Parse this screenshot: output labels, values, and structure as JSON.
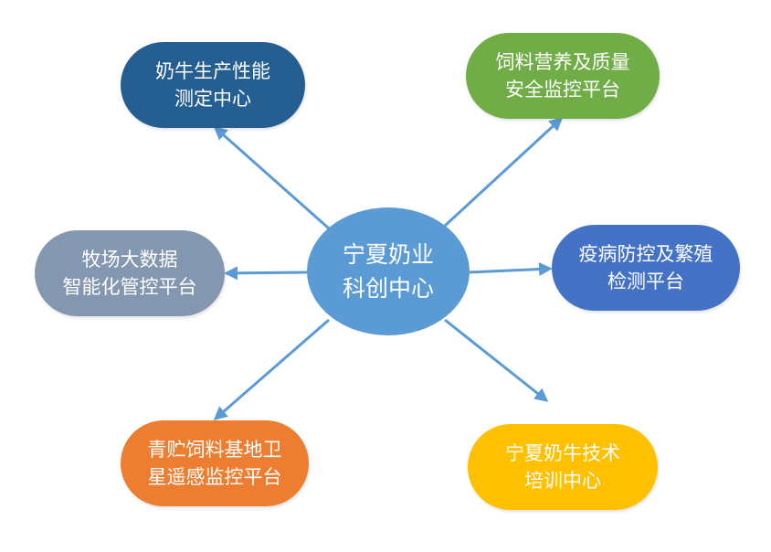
{
  "center": {
    "lines": [
      "宁夏奶业",
      "科创中心"
    ],
    "color": "#5b9bd5"
  },
  "nodes": [
    {
      "id": "dairy-performance",
      "lines": [
        "奶牛生产性能",
        "测定中心"
      ],
      "color": "#255e91"
    },
    {
      "id": "feed-safety",
      "lines": [
        "饲料营养及质量",
        "安全监控平台"
      ],
      "color": "#70ad47"
    },
    {
      "id": "big-data",
      "lines": [
        "牧场大数据",
        "智能化管控平台"
      ],
      "color": "#8497b0"
    },
    {
      "id": "disease-control",
      "lines": [
        "疫病防控及繁殖",
        "检测平台"
      ],
      "color": "#4472c4"
    },
    {
      "id": "satellite",
      "lines": [
        "青贮饲料基地卫",
        "星遥感监控平台"
      ],
      "color": "#ed7d31"
    },
    {
      "id": "training",
      "lines": [
        "宁夏奶牛技术",
        "培训中心"
      ],
      "color": "#ffc000"
    }
  ],
  "arrow_color": "#5b9bd5"
}
